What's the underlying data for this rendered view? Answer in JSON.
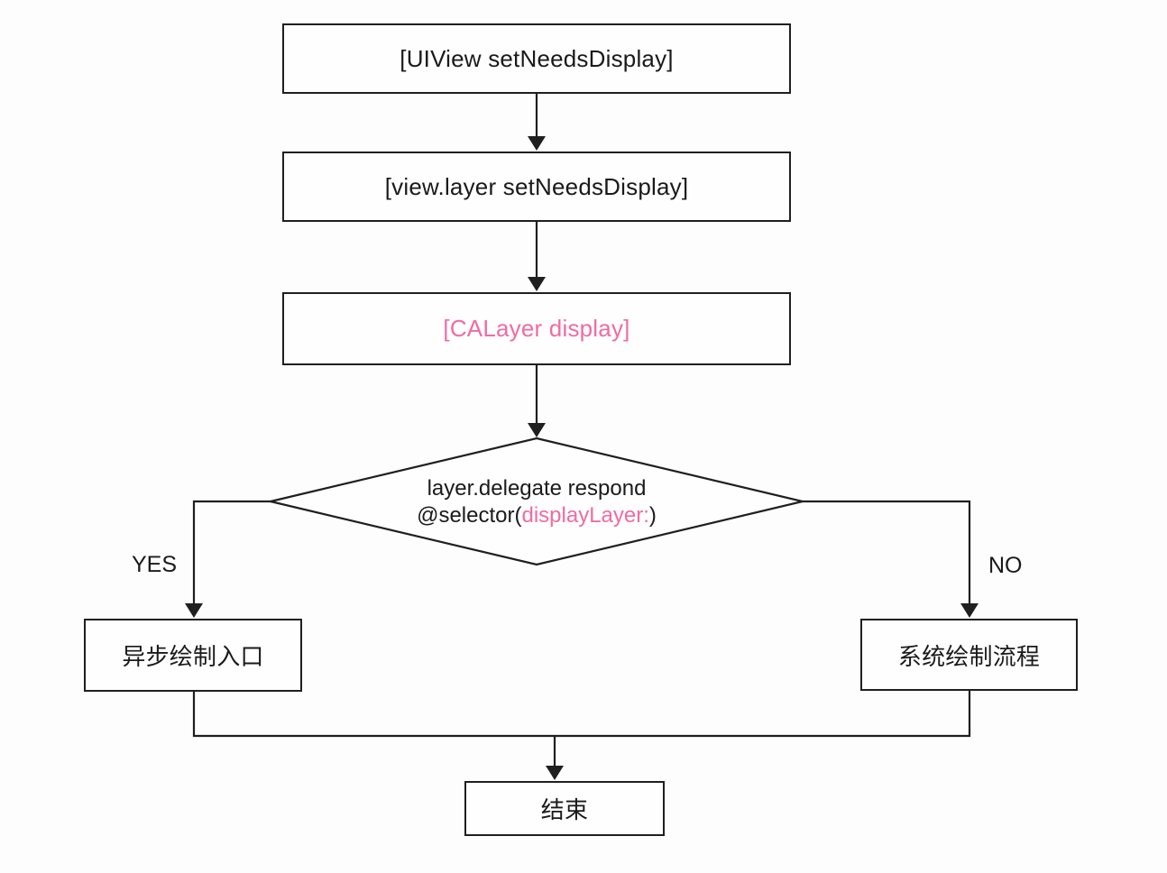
{
  "colors": {
    "background": "#fdfdfd",
    "stroke": "#1f1f1f",
    "text": "#1a1a1a",
    "accent_pink": "#f26ba3"
  },
  "flowchart": {
    "nodes": {
      "uiview_set_needs_display": {
        "label": "[UIView setNeedsDisplay]"
      },
      "view_layer_set_needs_display": {
        "label": "[view.layer setNeedsDisplay]"
      },
      "calayer_display": {
        "label": "[CALayer display]"
      },
      "delegate_decision": {
        "line1": "layer.delegate respond",
        "line2_prefix": "@selector(",
        "line2_highlight": "displayLayer:",
        "line2_suffix": ")"
      },
      "async_draw_entry": {
        "label": "异步绘制入口"
      },
      "system_draw_flow": {
        "label": "系统绘制流程"
      },
      "end": {
        "label": "结束"
      }
    },
    "branch_labels": {
      "yes": "YES",
      "no": "NO"
    }
  }
}
